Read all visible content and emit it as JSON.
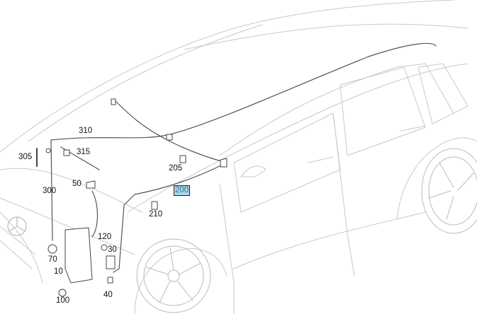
{
  "diagram": {
    "highlight_color": "#a9d6ee",
    "highlighted_part": "200",
    "parts": [
      {
        "id": "310",
        "label": "310"
      },
      {
        "id": "315",
        "label": "315"
      },
      {
        "id": "305",
        "label": "305"
      },
      {
        "id": "205",
        "label": "205"
      },
      {
        "id": "50",
        "label": "50"
      },
      {
        "id": "300",
        "label": "300"
      },
      {
        "id": "200",
        "label": "200"
      },
      {
        "id": "210",
        "label": "210"
      },
      {
        "id": "120",
        "label": "120"
      },
      {
        "id": "30",
        "label": "30"
      },
      {
        "id": "70",
        "label": "70"
      },
      {
        "id": "10",
        "label": "10"
      },
      {
        "id": "40",
        "label": "40"
      },
      {
        "id": "100",
        "label": "100"
      }
    ]
  }
}
